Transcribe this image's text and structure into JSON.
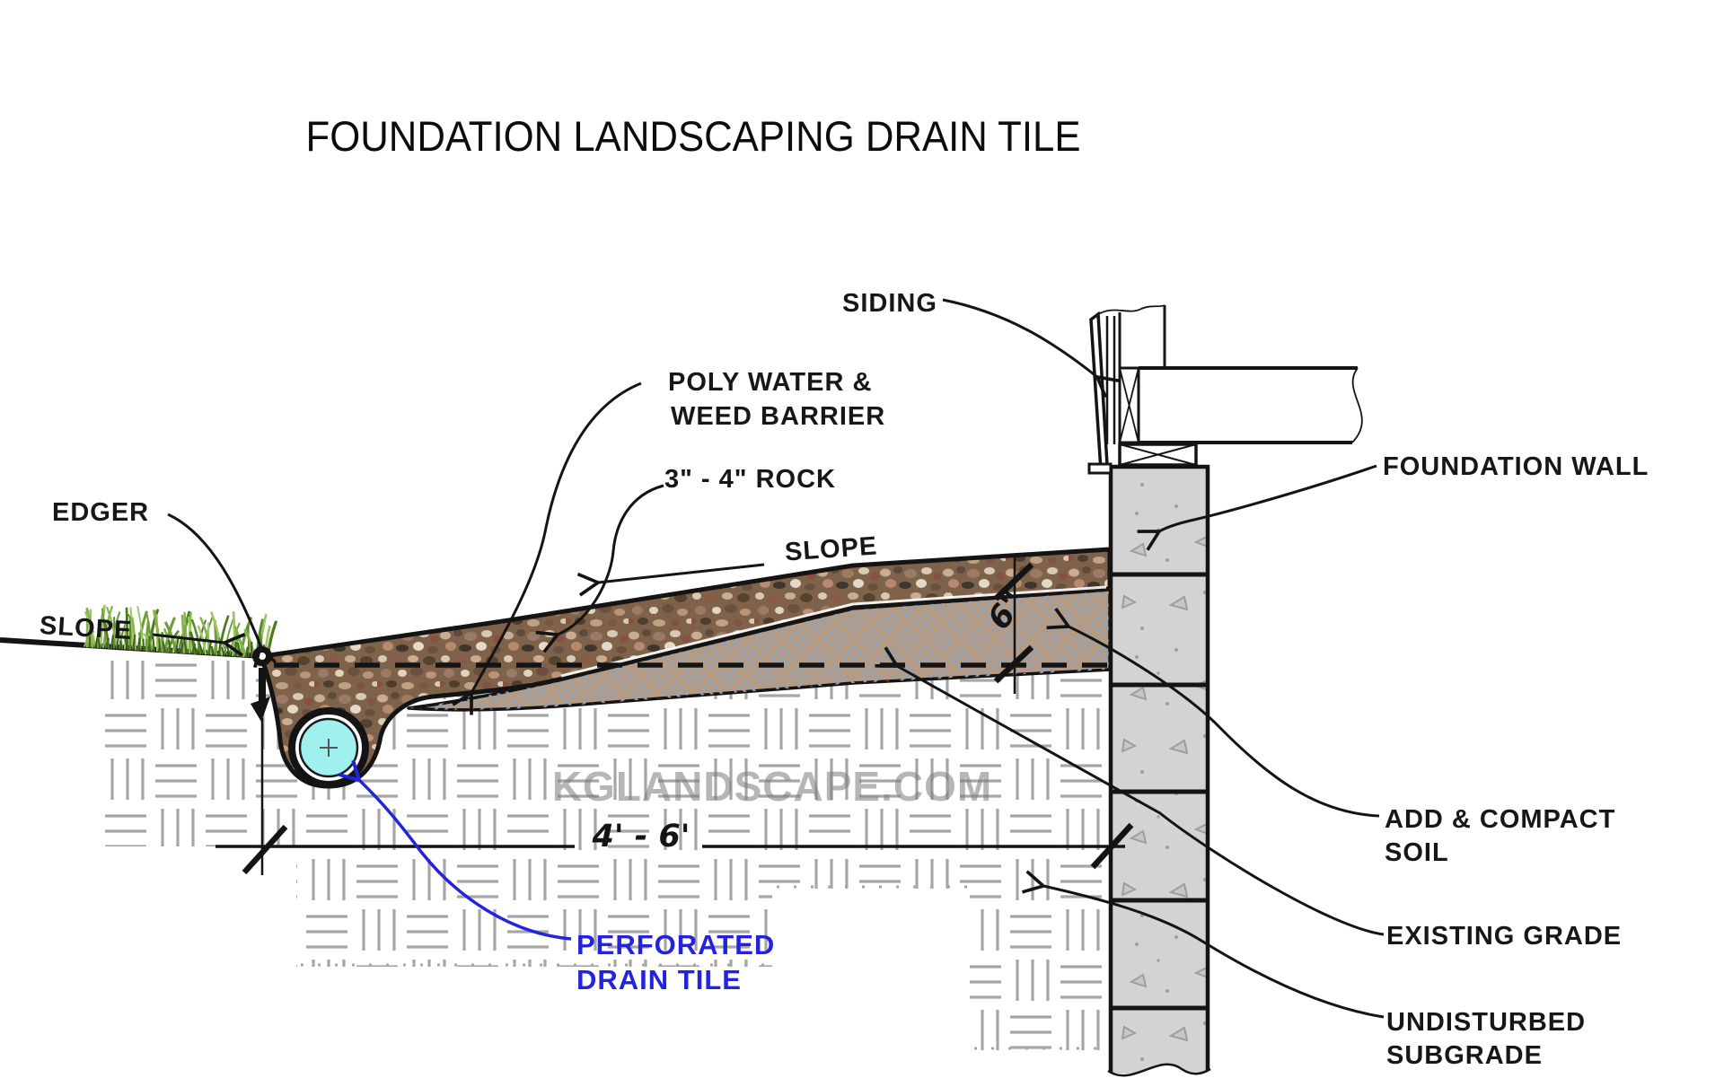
{
  "title": "FOUNDATION LANDSCAPING DRAIN TILE",
  "watermark": "KGLANDSCAPE.COM",
  "labels": {
    "siding": "SIDING",
    "poly_barrier_line1": "POLY WATER &",
    "poly_barrier_line2": "WEED BARRIER",
    "rock": "3\" - 4\" ROCK",
    "slope_upper": "SLOPE",
    "slope_lawn": "SLOPE",
    "edger": "EDGER",
    "foundation_wall": "FOUNDATION WALL",
    "add_compact_soil_line1": "ADD & COMPACT",
    "add_compact_soil_line2": "SOIL",
    "existing_grade": "EXISTING GRADE",
    "undisturbed_subgrade_line1": "UNDISTURBED",
    "undisturbed_subgrade_line2": "SUBGRADE",
    "perforated_drain_tile_line1": "PERFORATED",
    "perforated_drain_tile_line2": "DRAIN TILE"
  },
  "dimensions": {
    "trench_width": "4' - 6'",
    "compact_soil_depth": "6\""
  },
  "colors": {
    "drain_tile_fill": "#9ff0ef",
    "annotation_blue": "#2323dd",
    "soil_fill": "#b39b85",
    "gravel_base": "#7e634a",
    "foundation_wall_fill": "#d3d3d3",
    "subgrade_hatch_gray": "#a6a6a6",
    "watermark_gray": "#7a7a7a",
    "line_black": "#141414",
    "grass_green": "#6f9d3a"
  }
}
